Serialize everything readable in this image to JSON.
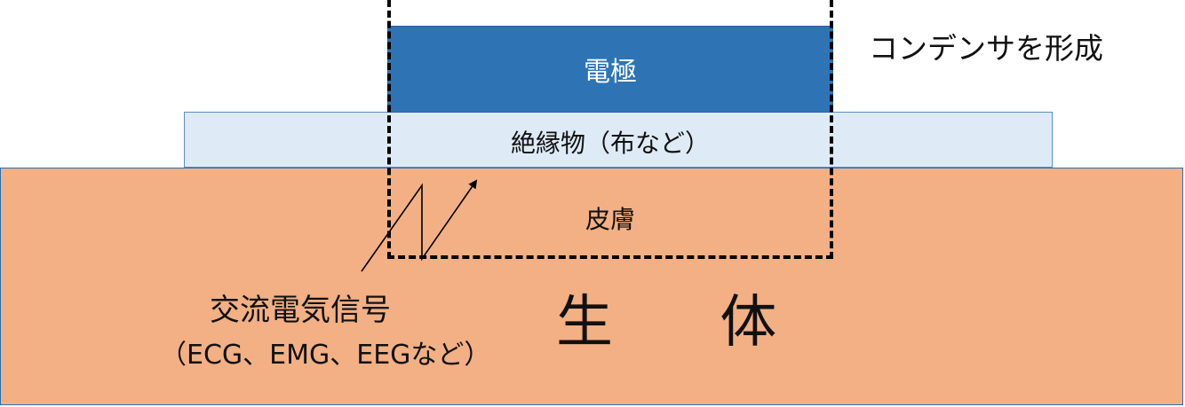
{
  "layers": {
    "electrode": "電極",
    "insulator": "絶縁物（布など）",
    "skin": "皮膚",
    "living_body": "生 体"
  },
  "annotations": {
    "capacitor": "コンデンサを形成",
    "signal_title": "交流電気信号",
    "signal_examples": "（ECG、EMG、EEGなど）"
  },
  "colors": {
    "electrode": "#2e74b5",
    "insulator": "#deebf7",
    "body": "#f2b084",
    "border": "#2e6fad"
  }
}
